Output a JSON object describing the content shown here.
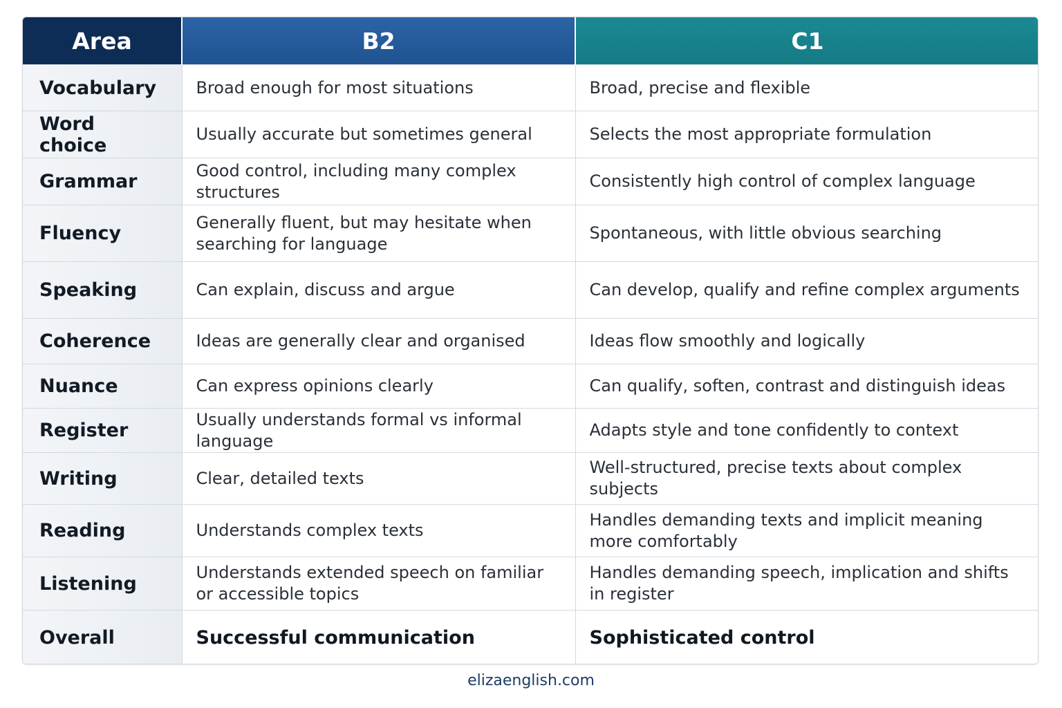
{
  "header": {
    "area": "Area",
    "b2": "B2",
    "c1": "C1"
  },
  "rows": [
    {
      "area": "Vocabulary",
      "b2": "Broad enough for most situations",
      "c1": "Broad, precise and flexible"
    },
    {
      "area": "Word choice",
      "b2": "Usually accurate but sometimes general",
      "c1": "Selects the most appropriate formulation"
    },
    {
      "area": "Grammar",
      "b2": "Good control, including many complex structures",
      "c1": "Consistently high control of complex language"
    },
    {
      "area": "Fluency",
      "b2": "Generally fluent, but may hesitate when searching for language",
      "c1": "Spontaneous, with little obvious searching"
    },
    {
      "area": "Speaking",
      "b2": "Can explain, discuss and argue",
      "c1": "Can develop, qualify and refine complex arguments"
    },
    {
      "area": "Coherence",
      "b2": "Ideas are generally clear and organised",
      "c1": "Ideas flow smoothly and logically"
    },
    {
      "area": "Nuance",
      "b2": "Can express opinions clearly",
      "c1": "Can qualify, soften, contrast and distinguish ideas"
    },
    {
      "area": "Register",
      "b2": "Usually understands formal vs informal language",
      "c1": "Adapts style and tone confidently to context"
    },
    {
      "area": "Writing",
      "b2": "Clear, detailed texts",
      "c1": "Well-structured, precise texts about complex subjects"
    },
    {
      "area": "Reading",
      "b2": "Understands complex texts",
      "c1": "Handles demanding texts and implicit meaning more comfortably"
    },
    {
      "area": "Listening",
      "b2": "Understands extended speech on familiar or accessible topics",
      "c1": "Handles demanding speech, implication and shifts in register"
    },
    {
      "area": "Overall",
      "b2": "Successful communication",
      "c1": "Sophisticated control"
    }
  ],
  "footer": {
    "site": "elizaenglish.com"
  }
}
